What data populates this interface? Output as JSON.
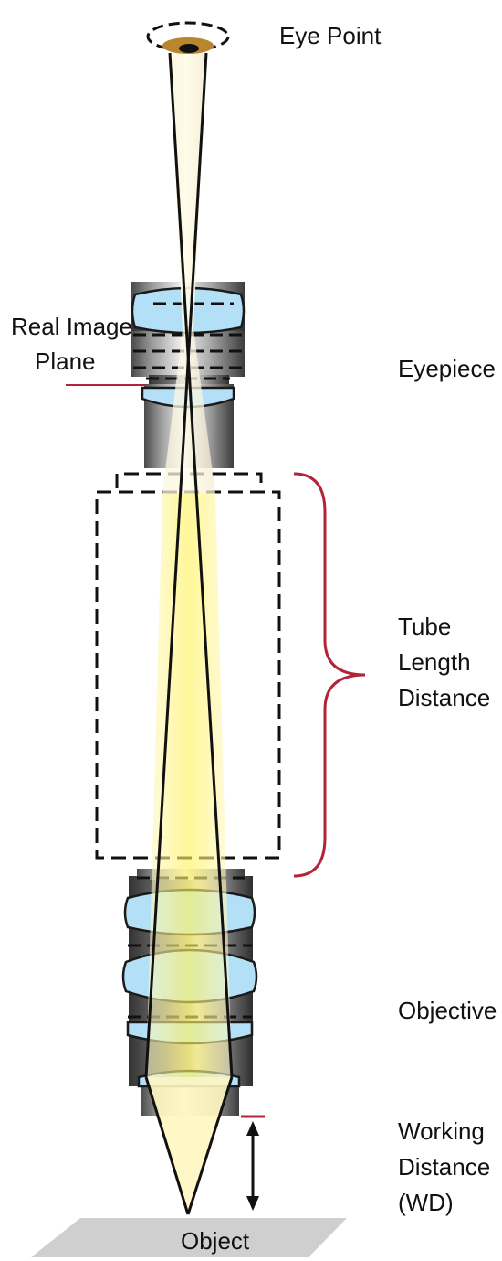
{
  "labels": {
    "eye_point": "Eye Point",
    "real_image_plane_line1": "Real Image",
    "real_image_plane_line2": "Plane",
    "eyepiece": "Eyepiece",
    "tube_length_line1": "Tube",
    "tube_length_line2": "Length",
    "tube_length_line3": "Distance",
    "objective": "Objective",
    "working_distance_line1": "Working",
    "working_distance_line2": "Distance",
    "working_distance_line3": "(WD)",
    "object": "Object"
  },
  "colors": {
    "accent_red": "#b3243a",
    "lens_blue": "#b3e0f7",
    "light_beam": "#fff4a8",
    "pupil_brown": "#b8862e",
    "stage_gray": "#cfcfcf"
  }
}
